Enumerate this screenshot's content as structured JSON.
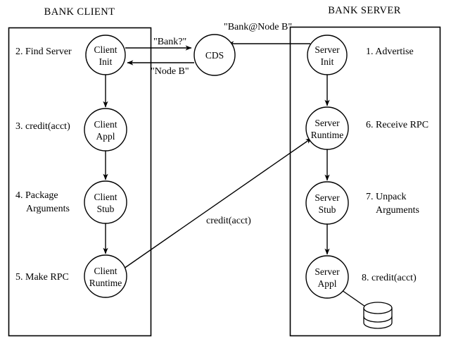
{
  "diagram": {
    "title_left": "BANK CLIENT",
    "title_right": "BANK SERVER",
    "client_steps": [
      {
        "id": "find-server",
        "text": "2. Find Server"
      },
      {
        "id": "credit-acct",
        "text": "3. credit(acct)"
      },
      {
        "id": "package-arguments-line1",
        "text": "4. Package"
      },
      {
        "id": "package-arguments-line2",
        "text": "Arguments"
      },
      {
        "id": "make-rpc",
        "text": "5. Make RPC"
      }
    ],
    "server_steps": [
      {
        "id": "advertise",
        "text": "1. Advertise"
      },
      {
        "id": "receive-rpc",
        "text": "6. Receive RPC"
      },
      {
        "id": "unpack-arguments-line1",
        "text": "7. Unpack"
      },
      {
        "id": "unpack-arguments-line2",
        "text": "Arguments"
      },
      {
        "id": "credit-acct-server",
        "text": "8. credit(acct)"
      }
    ],
    "client_nodes": [
      {
        "id": "client-init",
        "line1": "Client",
        "line2": "Init"
      },
      {
        "id": "client-appl",
        "line1": "Client",
        "line2": "Appl"
      },
      {
        "id": "client-stub",
        "line1": "Client",
        "line2": "Stub"
      },
      {
        "id": "client-runtime",
        "line1": "Client",
        "line2": "Runtime"
      }
    ],
    "server_nodes": [
      {
        "id": "server-init",
        "line1": "Server",
        "line2": "Init"
      },
      {
        "id": "server-runtime",
        "line1": "Server",
        "line2": "Runtime"
      },
      {
        "id": "server-stub",
        "line1": "Server",
        "line2": "Stub"
      },
      {
        "id": "server-appl",
        "line1": "Server",
        "line2": "Appl"
      }
    ],
    "cds_node": {
      "id": "cds",
      "label": "CDS"
    },
    "edge_labels": {
      "bank_query": "\"Bank?\"",
      "node_reply": "\"Node B\"",
      "advertise_msg": "\"Bank@Node B\"",
      "rpc_call": "credit(acct)"
    },
    "database": {
      "id": "account-database"
    },
    "colors": {
      "stroke": "#000000",
      "background": "#ffffff"
    }
  }
}
